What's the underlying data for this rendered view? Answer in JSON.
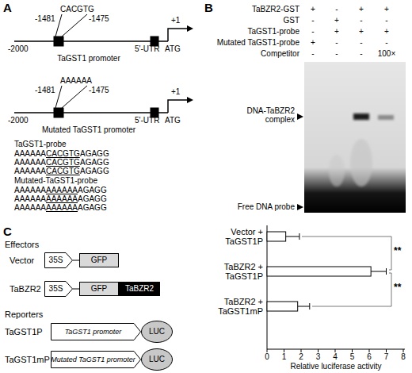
{
  "diagram": {
    "nodes": [
      {
        "text": [
          "35S"
        ]
      },
      {
        "text": [
          "GFP"
        ]
      },
      {
        "text": [
          "35S"
        ]
      },
      {
        "text": [
          "GFP"
        ]
      },
      {
        "text": [
          "TaBZR2"
        ]
      },
      {
        "text": [
          "TaGST1 promoter"
        ]
      },
      {
        "text": [
          "LUC"
        ]
      },
      {
        "text": [
          "Mutated TaGST1 promoter"
        ]
      },
      {
        "text": [
          "LUC"
        ]
      }
    ],
    "edges": [
      {
        "from": 0,
        "to": 1,
        "arrow": "none"
      },
      {
        "from": 2,
        "to": 3,
        "arrow": "none"
      }
    ],
    "labels": [
      "A",
      "-1481",
      "CACGTG",
      "-1475",
      "-2000",
      "+1",
      "5'-UTR",
      "ATG",
      "TaGST1 promoter",
      "-1481",
      "AAAAAA",
      "-1475",
      "-2000",
      "+1",
      "5'-UTR",
      "ATG",
      "Mutated TaGST1 promoter",
      "TaGST1-probe",
      "AAAAAA",
      "CACGTG",
      "AGAGG",
      "AAAAAA",
      "CACGTG",
      "AGAGG",
      "AAAAAA",
      "CACGTG",
      "AGAGG",
      "Mutated-TaGST1-probe",
      "AAAAAA",
      "AAAAAA",
      "AGAGG",
      "AAAAAA",
      "AAAAAA",
      "AGAGG",
      "AAAAAA",
      "AAAAAA",
      "AGAGG",
      "B",
      "TaBZR2-GST",
      "GST",
      "TaGST1-probe",
      "Mutated TaGST1-probe",
      "Competitor",
      "+",
      "-",
      "+",
      "+",
      "-",
      "+",
      "-",
      "-",
      "-",
      "+",
      "+",
      "+",
      "+",
      "-",
      "-",
      "-",
      "-",
      "-",
      "-",
      "100×",
      "DNA-TaBZR2 complex",
      "Free DNA probe",
      "C",
      "Effectors",
      "Vector",
      "TaBZR2",
      "Reporters",
      "TaGST1P",
      "TaGST1mP",
      "Vector + TaGST1P",
      "TaBZR2 + TaGST1P",
      "TaBZR2 + TaGST1mP",
      "0",
      "1",
      "2",
      "3",
      "4",
      "5",
      "6",
      "7",
      "8",
      "Relative luciferase activity",
      "**",
      "**"
    ]
  }
}
